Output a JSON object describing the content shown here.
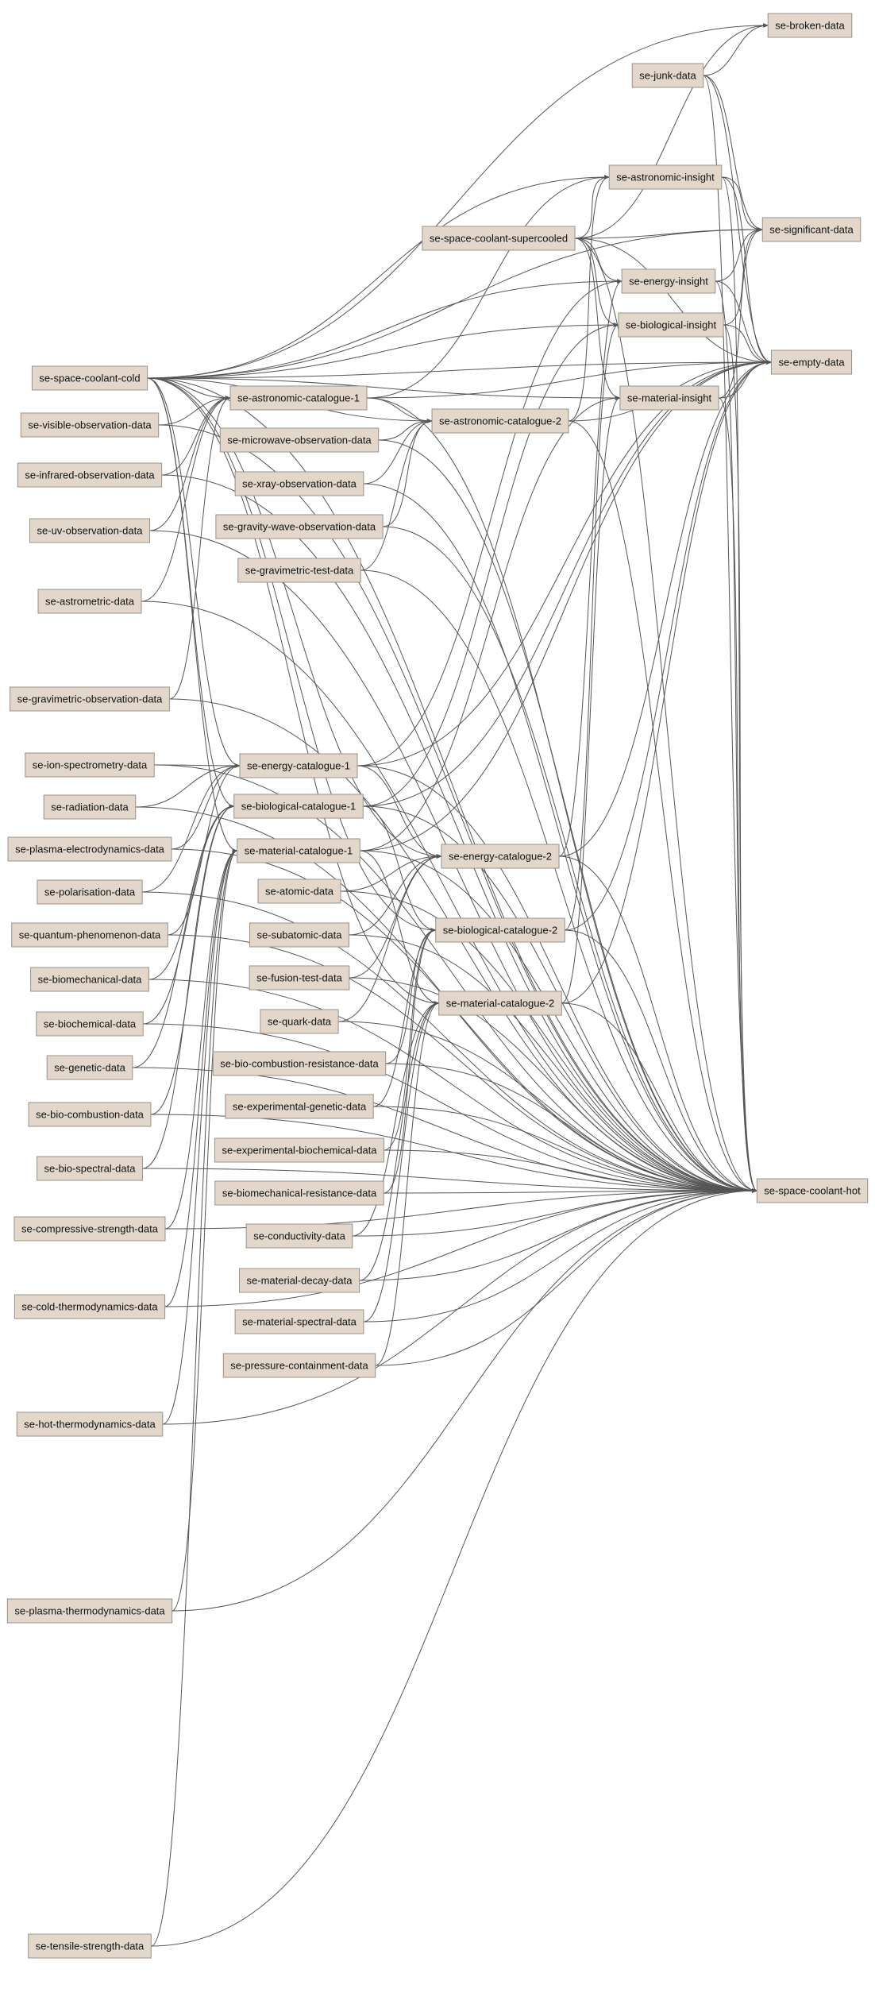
{
  "diagram": {
    "type": "directed-graph",
    "colors": {
      "node_fill": "#e2d7ca",
      "node_border": "#9a9088",
      "edge": "#555555",
      "text": "#111111"
    },
    "nodes": [
      {
        "id": "broken",
        "label": "se-broken-data"
      },
      {
        "id": "junk",
        "label": "se-junk-data"
      },
      {
        "id": "astro_insight",
        "label": "se-astronomic-insight"
      },
      {
        "id": "significant",
        "label": "se-significant-data"
      },
      {
        "id": "supercooled",
        "label": "se-space-coolant-supercooled"
      },
      {
        "id": "energy_insight",
        "label": "se-energy-insight"
      },
      {
        "id": "bio_insight",
        "label": "se-biological-insight"
      },
      {
        "id": "empty",
        "label": "se-empty-data"
      },
      {
        "id": "cold",
        "label": "se-space-coolant-cold"
      },
      {
        "id": "astro_cat1",
        "label": "se-astronomic-catalogue-1"
      },
      {
        "id": "material_insight",
        "label": "se-material-insight"
      },
      {
        "id": "visible",
        "label": "se-visible-observation-data"
      },
      {
        "id": "astro_cat2",
        "label": "se-astronomic-catalogue-2"
      },
      {
        "id": "microwave",
        "label": "se-microwave-observation-data"
      },
      {
        "id": "infrared",
        "label": "se-infrared-observation-data"
      },
      {
        "id": "xray",
        "label": "se-xray-observation-data"
      },
      {
        "id": "gravity_wave",
        "label": "se-gravity-wave-observation-data"
      },
      {
        "id": "uv",
        "label": "se-uv-observation-data"
      },
      {
        "id": "gravimetric_test",
        "label": "se-gravimetric-test-data"
      },
      {
        "id": "astrometric",
        "label": "se-astrometric-data"
      },
      {
        "id": "gravimetric_obs",
        "label": "se-gravimetric-observation-data"
      },
      {
        "id": "ion",
        "label": "se-ion-spectrometry-data"
      },
      {
        "id": "energy_cat1",
        "label": "se-energy-catalogue-1"
      },
      {
        "id": "radiation",
        "label": "se-radiation-data"
      },
      {
        "id": "bio_cat1",
        "label": "se-biological-catalogue-1"
      },
      {
        "id": "plasma_electro",
        "label": "se-plasma-electrodynamics-data"
      },
      {
        "id": "material_cat1",
        "label": "se-material-catalogue-1"
      },
      {
        "id": "energy_cat2",
        "label": "se-energy-catalogue-2"
      },
      {
        "id": "polarisation",
        "label": "se-polarisation-data"
      },
      {
        "id": "atomic",
        "label": "se-atomic-data"
      },
      {
        "id": "quantum",
        "label": "se-quantum-phenomenon-data"
      },
      {
        "id": "subatomic",
        "label": "se-subatomic-data"
      },
      {
        "id": "bio_cat2",
        "label": "se-biological-catalogue-2"
      },
      {
        "id": "biomechanical",
        "label": "se-biomechanical-data"
      },
      {
        "id": "fusion_test",
        "label": "se-fusion-test-data"
      },
      {
        "id": "material_cat2",
        "label": "se-material-catalogue-2"
      },
      {
        "id": "biochemical",
        "label": "se-biochemical-data"
      },
      {
        "id": "quark",
        "label": "se-quark-data"
      },
      {
        "id": "genetic",
        "label": "se-genetic-data"
      },
      {
        "id": "bio_combustion_res",
        "label": "se-bio-combustion-resistance-data"
      },
      {
        "id": "exp_genetic",
        "label": "se-experimental-genetic-data"
      },
      {
        "id": "bio_combustion",
        "label": "se-bio-combustion-data"
      },
      {
        "id": "exp_biochemical",
        "label": "se-experimental-biochemical-data"
      },
      {
        "id": "bio_spectral",
        "label": "se-bio-spectral-data"
      },
      {
        "id": "biomech_res",
        "label": "se-biomechanical-resistance-data"
      },
      {
        "id": "hot",
        "label": "se-space-coolant-hot"
      },
      {
        "id": "compressive",
        "label": "se-compressive-strength-data"
      },
      {
        "id": "conductivity",
        "label": "se-conductivity-data"
      },
      {
        "id": "material_decay",
        "label": "se-material-decay-data"
      },
      {
        "id": "cold_thermo",
        "label": "se-cold-thermodynamics-data"
      },
      {
        "id": "material_spectral",
        "label": "se-material-spectral-data"
      },
      {
        "id": "pressure",
        "label": "se-pressure-containment-data"
      },
      {
        "id": "hot_thermo",
        "label": "se-hot-thermodynamics-data"
      },
      {
        "id": "plasma_thermo",
        "label": "se-plasma-thermodynamics-data"
      },
      {
        "id": "tensile",
        "label": "se-tensile-strength-data"
      }
    ],
    "edges": [
      [
        "junk",
        "broken"
      ],
      [
        "junk",
        "significant"
      ],
      [
        "junk",
        "empty"
      ],
      [
        "junk",
        "hot"
      ],
      [
        "cold",
        "broken"
      ],
      [
        "cold",
        "significant"
      ],
      [
        "cold",
        "astro_insight"
      ],
      [
        "cold",
        "empty"
      ],
      [
        "cold",
        "energy_insight"
      ],
      [
        "cold",
        "bio_insight"
      ],
      [
        "cold",
        "material_insight"
      ],
      [
        "cold",
        "astro_cat1"
      ],
      [
        "cold",
        "astro_cat2"
      ],
      [
        "cold",
        "energy_cat1"
      ],
      [
        "cold",
        "bio_cat1"
      ],
      [
        "cold",
        "material_cat1"
      ],
      [
        "cold",
        "energy_cat2"
      ],
      [
        "cold",
        "bio_cat2"
      ],
      [
        "cold",
        "material_cat2"
      ],
      [
        "cold",
        "hot"
      ],
      [
        "supercooled",
        "astro_insight"
      ],
      [
        "supercooled",
        "energy_insight"
      ],
      [
        "supercooled",
        "bio_insight"
      ],
      [
        "supercooled",
        "material_insight"
      ],
      [
        "supercooled",
        "significant"
      ],
      [
        "supercooled",
        "empty"
      ],
      [
        "supercooled",
        "hot"
      ],
      [
        "supercooled",
        "broken"
      ],
      [
        "astro_insight",
        "significant"
      ],
      [
        "astro_insight",
        "empty"
      ],
      [
        "astro_insight",
        "hot"
      ],
      [
        "energy_insight",
        "significant"
      ],
      [
        "energy_insight",
        "empty"
      ],
      [
        "energy_insight",
        "hot"
      ],
      [
        "bio_insight",
        "significant"
      ],
      [
        "bio_insight",
        "empty"
      ],
      [
        "bio_insight",
        "hot"
      ],
      [
        "material_insight",
        "significant"
      ],
      [
        "material_insight",
        "empty"
      ],
      [
        "material_insight",
        "hot"
      ],
      [
        "astro_cat1",
        "astro_cat2"
      ],
      [
        "astro_cat1",
        "astro_insight"
      ],
      [
        "astro_cat1",
        "empty"
      ],
      [
        "astro_cat1",
        "hot"
      ],
      [
        "astro_cat2",
        "astro_insight"
      ],
      [
        "astro_cat2",
        "empty"
      ],
      [
        "astro_cat2",
        "hot"
      ],
      [
        "visible",
        "astro_cat1"
      ],
      [
        "visible",
        "hot"
      ],
      [
        "infrared",
        "astro_cat1"
      ],
      [
        "infrared",
        "hot"
      ],
      [
        "uv",
        "astro_cat1"
      ],
      [
        "uv",
        "hot"
      ],
      [
        "astrometric",
        "astro_cat1"
      ],
      [
        "astrometric",
        "hot"
      ],
      [
        "gravimetric_obs",
        "astro_cat1"
      ],
      [
        "gravimetric_obs",
        "hot"
      ],
      [
        "microwave",
        "astro_cat2"
      ],
      [
        "microwave",
        "hot"
      ],
      [
        "xray",
        "astro_cat2"
      ],
      [
        "xray",
        "hot"
      ],
      [
        "gravity_wave",
        "astro_cat2"
      ],
      [
        "gravity_wave",
        "hot"
      ],
      [
        "gravimetric_test",
        "astro_cat2"
      ],
      [
        "gravimetric_test",
        "hot"
      ],
      [
        "energy_cat1",
        "energy_cat2"
      ],
      [
        "energy_cat1",
        "energy_insight"
      ],
      [
        "energy_cat1",
        "empty"
      ],
      [
        "energy_cat1",
        "hot"
      ],
      [
        "bio_cat1",
        "bio_cat2"
      ],
      [
        "bio_cat1",
        "bio_insight"
      ],
      [
        "bio_cat1",
        "empty"
      ],
      [
        "bio_cat1",
        "hot"
      ],
      [
        "material_cat1",
        "material_cat2"
      ],
      [
        "material_cat1",
        "material_insight"
      ],
      [
        "material_cat1",
        "empty"
      ],
      [
        "material_cat1",
        "hot"
      ],
      [
        "energy_cat2",
        "energy_insight"
      ],
      [
        "energy_cat2",
        "empty"
      ],
      [
        "energy_cat2",
        "hot"
      ],
      [
        "bio_cat2",
        "bio_insight"
      ],
      [
        "bio_cat2",
        "empty"
      ],
      [
        "bio_cat2",
        "hot"
      ],
      [
        "material_cat2",
        "material_insight"
      ],
      [
        "material_cat2",
        "empty"
      ],
      [
        "material_cat2",
        "hot"
      ],
      [
        "ion",
        "energy_cat1"
      ],
      [
        "ion",
        "hot"
      ],
      [
        "radiation",
        "energy_cat1"
      ],
      [
        "radiation",
        "hot"
      ],
      [
        "plasma_electro",
        "energy_cat1"
      ],
      [
        "plasma_electro",
        "hot"
      ],
      [
        "polarisation",
        "energy_cat1"
      ],
      [
        "polarisation",
        "hot"
      ],
      [
        "quantum",
        "energy_cat1"
      ],
      [
        "quantum",
        "hot"
      ],
      [
        "biomechanical",
        "bio_cat1"
      ],
      [
        "biomechanical",
        "hot"
      ],
      [
        "biochemical",
        "bio_cat1"
      ],
      [
        "biochemical",
        "hot"
      ],
      [
        "genetic",
        "bio_cat1"
      ],
      [
        "genetic",
        "hot"
      ],
      [
        "bio_combustion",
        "bio_cat1"
      ],
      [
        "bio_combustion",
        "hot"
      ],
      [
        "bio_spectral",
        "bio_cat1"
      ],
      [
        "bio_spectral",
        "hot"
      ],
      [
        "compressive",
        "material_cat1"
      ],
      [
        "compressive",
        "hot"
      ],
      [
        "cold_thermo",
        "material_cat1"
      ],
      [
        "cold_thermo",
        "hot"
      ],
      [
        "hot_thermo",
        "material_cat1"
      ],
      [
        "hot_thermo",
        "hot"
      ],
      [
        "plasma_thermo",
        "material_cat1"
      ],
      [
        "plasma_thermo",
        "hot"
      ],
      [
        "tensile",
        "material_cat1"
      ],
      [
        "tensile",
        "hot"
      ],
      [
        "atomic",
        "energy_cat2"
      ],
      [
        "atomic",
        "hot"
      ],
      [
        "subatomic",
        "energy_cat2"
      ],
      [
        "subatomic",
        "hot"
      ],
      [
        "fusion_test",
        "energy_cat2"
      ],
      [
        "fusion_test",
        "hot"
      ],
      [
        "quark",
        "energy_cat2"
      ],
      [
        "quark",
        "hot"
      ],
      [
        "bio_combustion_res",
        "bio_cat2"
      ],
      [
        "bio_combustion_res",
        "hot"
      ],
      [
        "exp_genetic",
        "bio_cat2"
      ],
      [
        "exp_genetic",
        "hot"
      ],
      [
        "exp_biochemical",
        "bio_cat2"
      ],
      [
        "exp_biochemical",
        "hot"
      ],
      [
        "biomech_res",
        "bio_cat2"
      ],
      [
        "biomech_res",
        "hot"
      ],
      [
        "conductivity",
        "material_cat2"
      ],
      [
        "conductivity",
        "hot"
      ],
      [
        "material_decay",
        "material_cat2"
      ],
      [
        "material_decay",
        "hot"
      ],
      [
        "material_spectral",
        "material_cat2"
      ],
      [
        "material_spectral",
        "hot"
      ],
      [
        "pressure",
        "material_cat2"
      ],
      [
        "pressure",
        "hot"
      ]
    ]
  }
}
